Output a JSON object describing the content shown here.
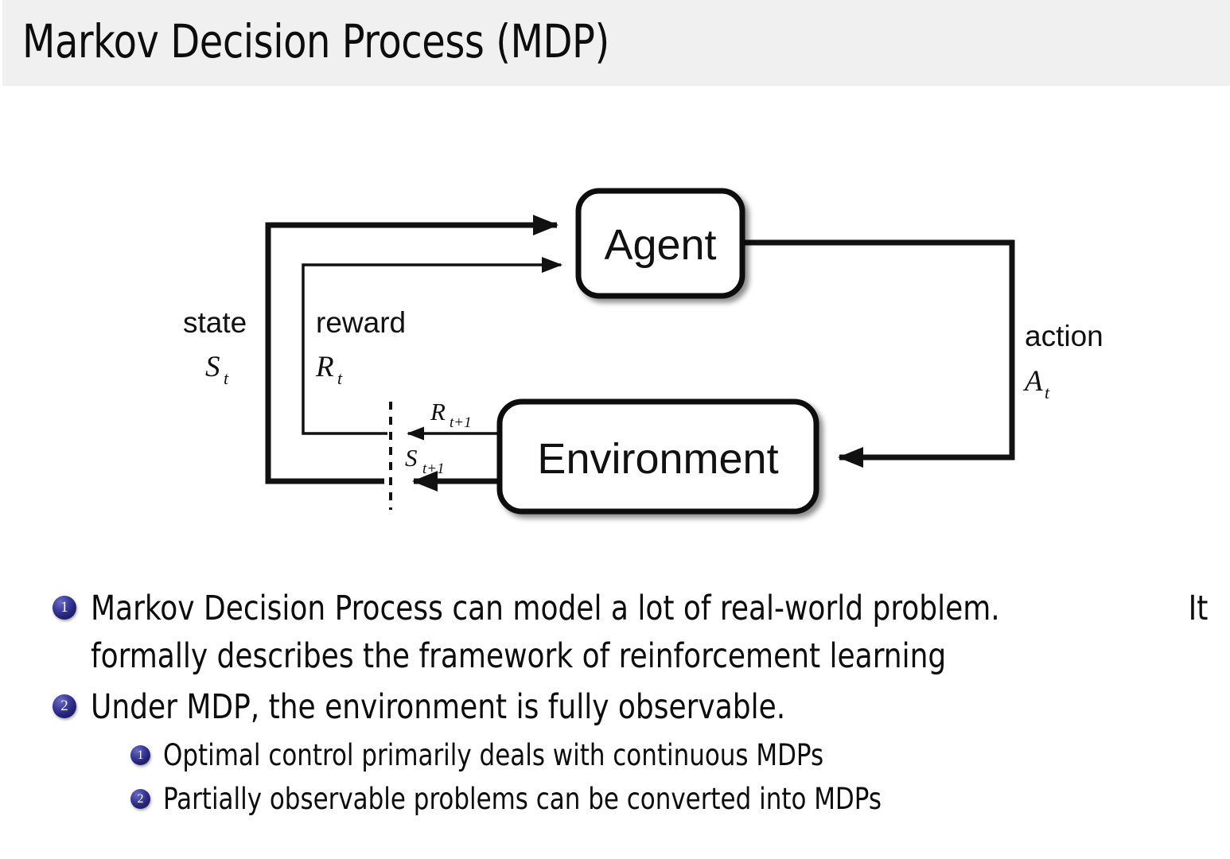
{
  "header": {
    "title": "Markov Decision Process (MDP)",
    "band_color": "#f0f0f0"
  },
  "diagram": {
    "name": "agent-environment-interaction-loop",
    "boxes": [
      {
        "id": "agent",
        "label": "Agent"
      },
      {
        "id": "environment",
        "label": "Environment"
      }
    ],
    "labels": {
      "state_word": "state",
      "state_symbol": "S",
      "state_subscript": "t",
      "reward_word": "reward",
      "reward_symbol": "R",
      "reward_subscript": "t",
      "action_word": "action",
      "action_symbol": "A",
      "action_subscript": "t",
      "reward_next_symbol": "R",
      "reward_next_subscript": "t+1",
      "state_next_symbol": "S",
      "state_next_subscript": "t+1"
    },
    "line_color": "#111111",
    "divider": "dashed-time-step-boundary"
  },
  "bullets": [
    {
      "number": "1",
      "level": 1,
      "line1_left": "Markov Decision Process can model a lot of real-world problem.",
      "line1_right": "It",
      "line2": "formally describes the framework of reinforcement learning"
    },
    {
      "number": "2",
      "level": 1,
      "line1_left": "Under MDP, the environment is fully observable.",
      "line1_right": "",
      "line2": ""
    },
    {
      "number": "1",
      "level": 2,
      "line1_left": "Optimal control primarily deals with continuous MDPs",
      "line1_right": "",
      "line2": ""
    },
    {
      "number": "2",
      "level": 2,
      "line1_left": "Partially observable problems can be converted into MDPs",
      "line1_right": "",
      "line2": ""
    }
  ],
  "colors": {
    "badge_dark": "#14144e",
    "badge_light": "#6b6bc4",
    "text": "#0d0d0d",
    "background": "#ffffff"
  }
}
